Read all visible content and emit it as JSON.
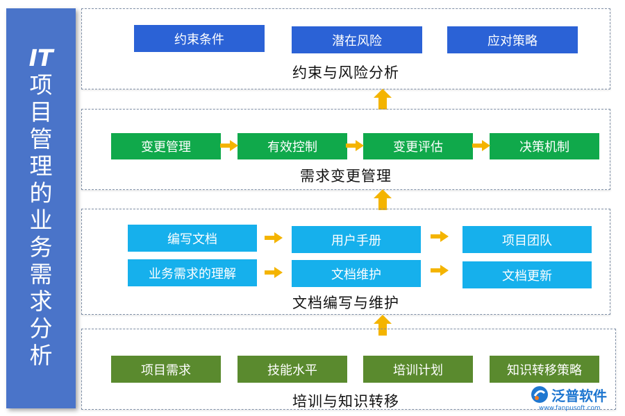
{
  "sidebar": {
    "title_prefix": "IT",
    "title_rest": "项目管理的业务需求分析"
  },
  "sections": {
    "constraints": {
      "title": "约束与风险分析",
      "items": [
        "约束条件",
        "潜在风险",
        "应对策略"
      ]
    },
    "change": {
      "title": "需求变更管理",
      "items": [
        "变更管理",
        "有效控制",
        "变更评估",
        "决策机制"
      ]
    },
    "docs": {
      "title": "文档编写与维护",
      "row1": [
        "编写文档",
        "用户手册",
        "项目团队"
      ],
      "row2": [
        "业务需求的理解",
        "文档维护",
        "文档更新"
      ]
    },
    "training": {
      "title": "培训与知识转移",
      "items": [
        "项目需求",
        "技能水平",
        "培训计划",
        "知识转移策略"
      ]
    }
  },
  "logo": {
    "name": "泛普软件",
    "url": "www.fanpusoft.com"
  },
  "colors": {
    "sidebar": "#4a74c9",
    "blue": "#2b62d6",
    "green": "#10a94b",
    "cyan": "#16b0ec",
    "olive": "#5a8a2e",
    "arrow": "#f4b400"
  }
}
